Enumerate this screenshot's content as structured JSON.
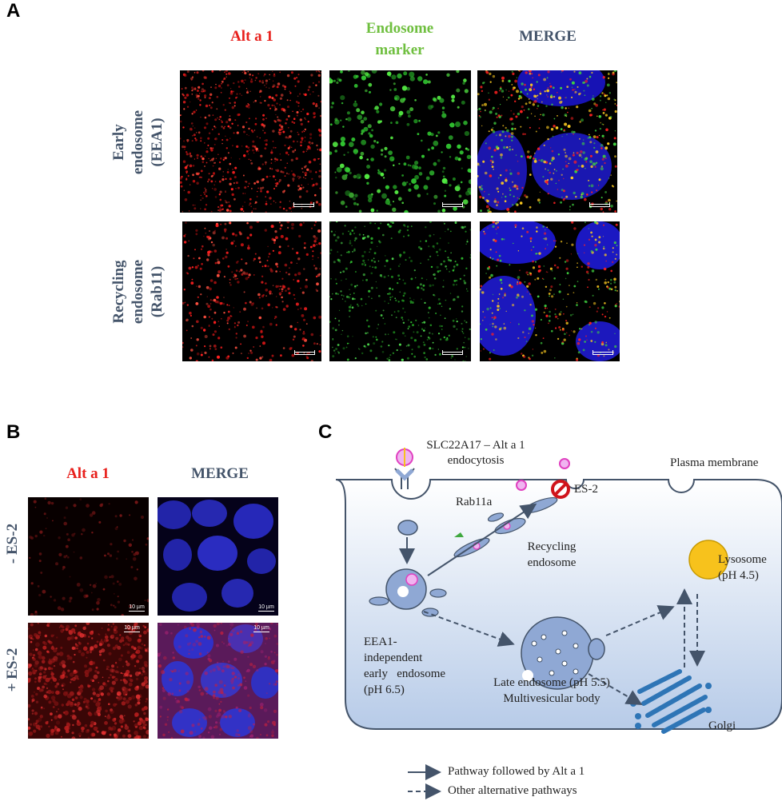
{
  "panel_a": {
    "letter": "A",
    "col_alt": "Alt a 1",
    "col_marker_1": "Endosome",
    "col_marker_2": "marker",
    "col_merge": "MERGE",
    "row_early": [
      "Early",
      "endosome",
      "(EEA1)"
    ],
    "row_recycling": [
      "Recycling",
      "endosome",
      "(Rab11)"
    ]
  },
  "panel_b": {
    "letter": "B",
    "col_alt": "Alt a 1",
    "col_merge": "MERGE",
    "row_minus": "- ES-2",
    "row_plus": "+ ES-2",
    "scale_label": "10 µm"
  },
  "panel_c": {
    "letter": "C",
    "slc_label_1": "SLC22A17 – Alt a 1",
    "slc_label_2": "endocytosis",
    "plasma_membrane": "Plasma membrane",
    "rab11a": "Rab11a",
    "es2": "ES-2",
    "recycling_1": "Recycling",
    "recycling_2": "endosome",
    "lysosome_1": "Lysosome",
    "lysosome_2": "(pH 4.5)",
    "eea1_1": "EEA1-",
    "eea1_2": "independent",
    "eea1_3": "early   endosome",
    "eea1_4": "(pH 6.5)",
    "late_1": "Late endosome (pH 5.5)",
    "late_2": "Multivesicular body",
    "golgi": "Golgi",
    "legend_solid": "Pathway followed by Alt a 1",
    "legend_dashed": "Other alternative pathways"
  },
  "colors": {
    "alt_red": "#e8201c",
    "marker_green": "#6fbf3f",
    "merge_blue": "#44546a",
    "cell_fill": "#c9d9ef",
    "organelle": "#8fa8d4",
    "lysosome": "#f7c21c",
    "golgi": "#2e75b6",
    "arrow": "#44546a"
  }
}
